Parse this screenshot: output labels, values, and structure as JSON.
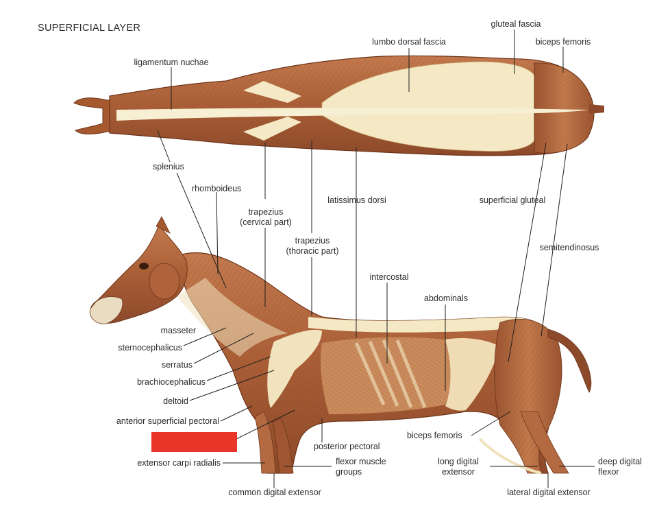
{
  "title": "SUPERFICIAL LAYER",
  "labels": {
    "gluteal_fascia": "gluteal fascia",
    "lumbo_dorsal_fascia": "lumbo dorsal fascia",
    "biceps_femoris_top": "biceps femoris",
    "ligamentum_nuchae": "ligamentum nuchae",
    "splenius": "splenius",
    "rhomboideus": "rhomboideus",
    "trapezius_cervical_1": "trapezius",
    "trapezius_cervical_2": "(cervical part)",
    "latissimus_dorsi": "latissimus dorsi",
    "superficial_gluteal": "superficial gluteal",
    "trapezius_thoracic_1": "trapezius",
    "trapezius_thoracic_2": "(thoracic part)",
    "semitendinosus": "semitendinosus",
    "intercostal": "intercostal",
    "abdominals": "abdominals",
    "masseter": "masseter",
    "sternocephalicus": "sternocephalicus",
    "serratus": "serratus",
    "brachiocephalicus": "brachiocephalicus",
    "deltoid": "deltoid",
    "anterior_superficial_pectoral": "anterior superficial pectoral",
    "posterior_pectoral": "posterior pectoral",
    "biceps_femoris_bottom": "biceps femoris",
    "extensor_carpi_radialis": "extensor carpi radialis",
    "flexor_muscle_groups_1": "flexor muscle",
    "flexor_muscle_groups_2": "groups",
    "long_digital_extensor_1": "long digital",
    "long_digital_extensor_2": "extensor",
    "deep_digital_flexor_1": "deep digital",
    "deep_digital_flexor_2": "flexor",
    "common_digital_extensor": "common digital extensor",
    "lateral_digital_extensor": "lateral digital extensor"
  },
  "colors": {
    "muscle": "#b5693f",
    "muscle_dark": "#8a4526",
    "fascia": "#f4e9c4",
    "redaction": "#e8362a"
  }
}
